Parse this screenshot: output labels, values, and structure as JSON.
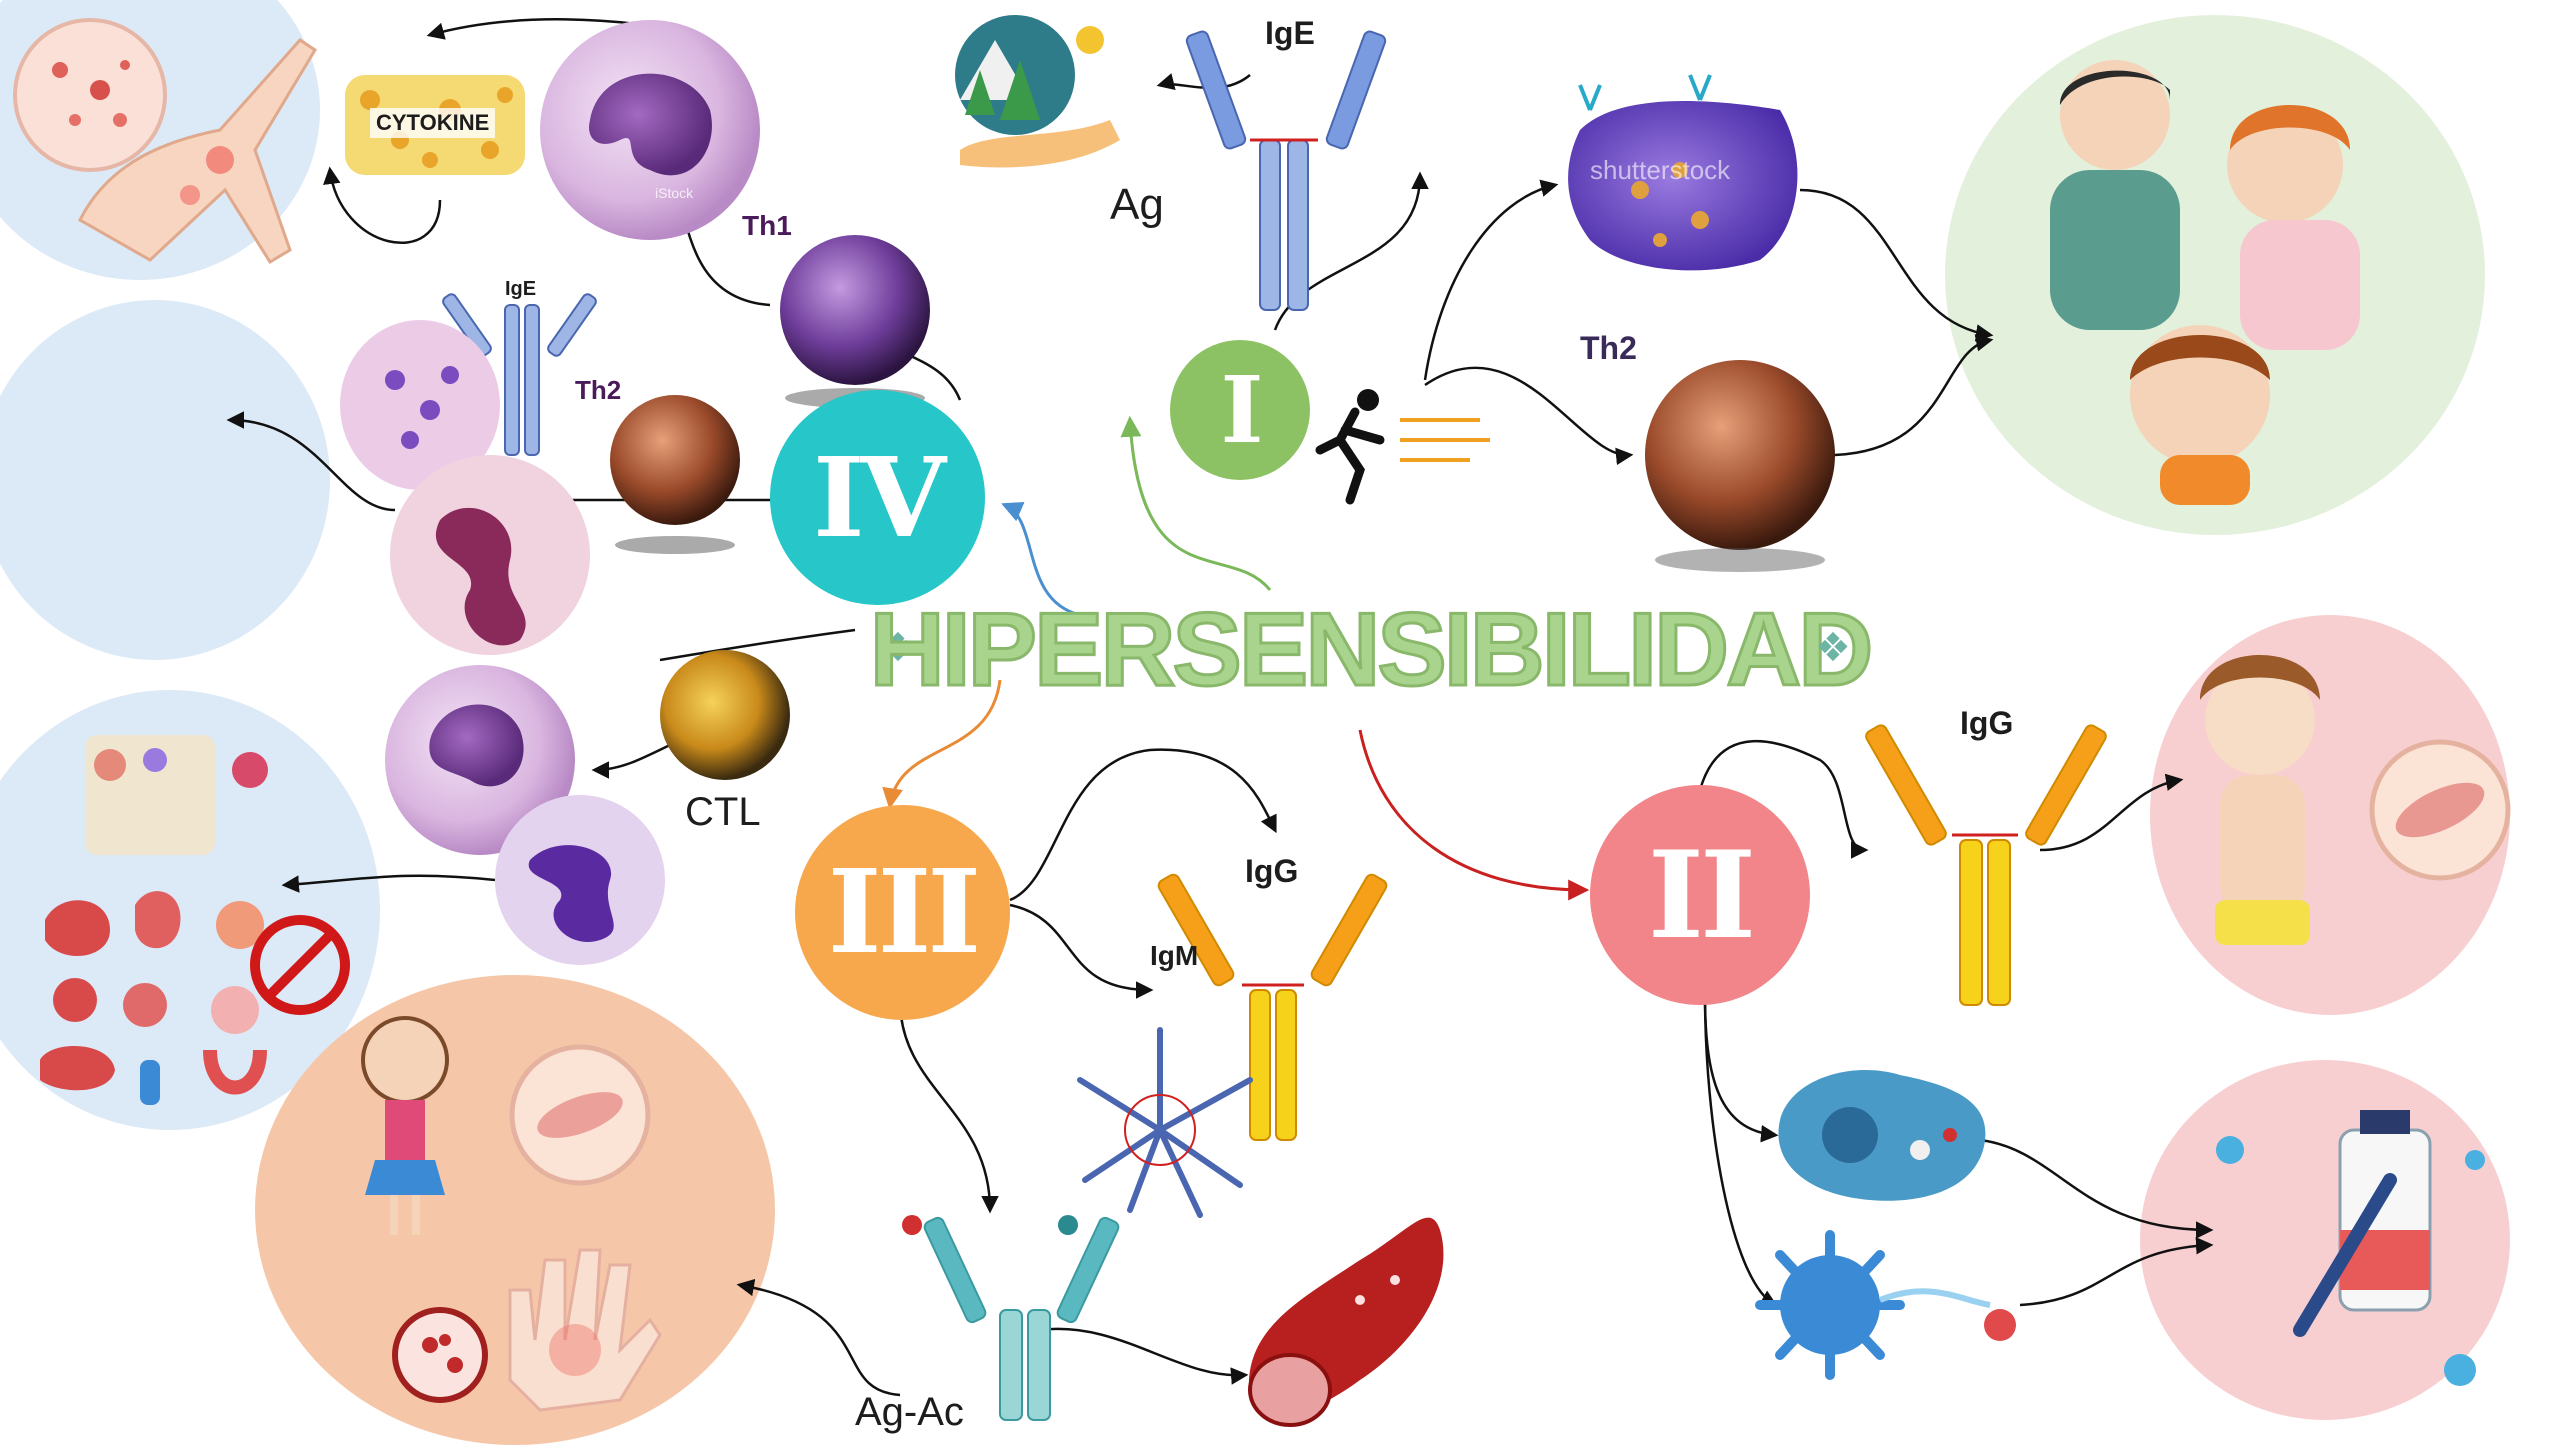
{
  "title": "HIPERSENSIBILIDAD",
  "types": {
    "type1": {
      "numeral": "I",
      "color": "#8cc263"
    },
    "type2": {
      "numeral": "II",
      "color": "#f28589"
    },
    "type3": {
      "numeral": "III",
      "color": "#f7a84d"
    },
    "type4": {
      "numeral": "IV",
      "color": "#27c6c8"
    }
  },
  "labels": {
    "ige_top": "IgE",
    "ag": "Ag",
    "th2_right": "Th2",
    "th1": "Th1",
    "ige_small": "IgE",
    "th2_left": "Th2",
    "ctl": "CTL",
    "cytokine": "CYTOKINE",
    "igg_right": "IgG",
    "igg_mid": "IgG",
    "igm": "IgM",
    "ag_ac": "Ag-Ac"
  },
  "watermarks": {
    "shutterstock": "shutterstock",
    "istock": "iStock"
  },
  "icons": {
    "bubble_colors": {
      "blue": "#dce9f7",
      "green": "#e3f0dc",
      "pink": "#f8cfd1",
      "peach": "#f5c7a8"
    }
  }
}
